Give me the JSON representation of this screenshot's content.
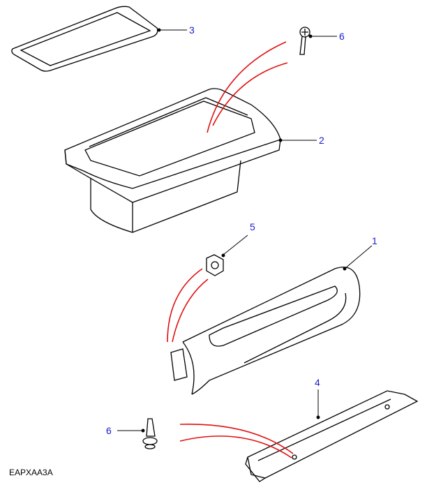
{
  "callouts": [
    "1",
    "2",
    "3",
    "4",
    "5",
    "6",
    "6"
  ],
  "reference_code": "EAPXAA3A",
  "colors": {
    "callout": "#1a1ad0",
    "arrow": "#e01010",
    "line": "#000000"
  }
}
